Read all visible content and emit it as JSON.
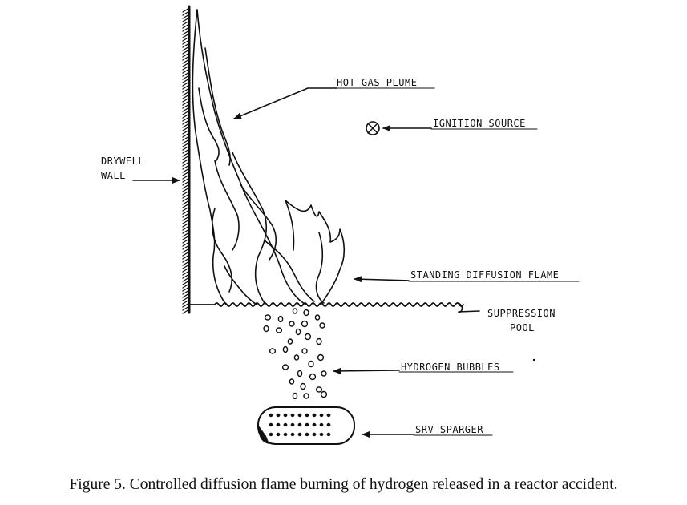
{
  "labels": {
    "hot_gas_plume": "HOT GAS PLUME",
    "ignition_source": "IGNITION SOURCE",
    "drywell": "DRYWELL",
    "wall": "WALL",
    "standing_diffusion_flame": "STANDING DIFFUSION FLAME",
    "suppression": "SUPPRESSION",
    "pool": "POOL",
    "hydrogen_bubbles": "HYDROGEN BUBBLES",
    "srv_sparger": "SRV SPARGER"
  },
  "caption": "Figure 5. Controlled diffusion flame burning of hydrogen released in a reactor accident."
}
